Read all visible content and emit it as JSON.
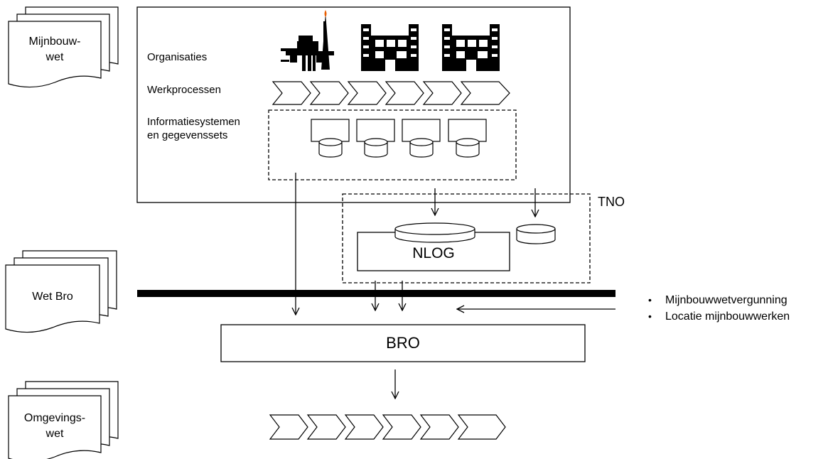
{
  "documents": {
    "mijnbouwwet": "Mijnbouw-\nwet",
    "wet_bro": "Wet Bro",
    "omgevingswet": "Omgevings-\nwet"
  },
  "row_labels": {
    "organisaties": "Organisaties",
    "werkprocessen": "Werkprocessen",
    "informatiesystemen": "Informatiesystemen\nen gegevenssets"
  },
  "tno_label": "TNO",
  "nlog_label": "NLOG",
  "bro_label": "BRO",
  "bullets": [
    "Mijnbouwwetvergunning",
    "Locatie mijnbouwwerken"
  ],
  "icons": [
    "oil-platform-icon",
    "building-icon",
    "building-icon"
  ]
}
